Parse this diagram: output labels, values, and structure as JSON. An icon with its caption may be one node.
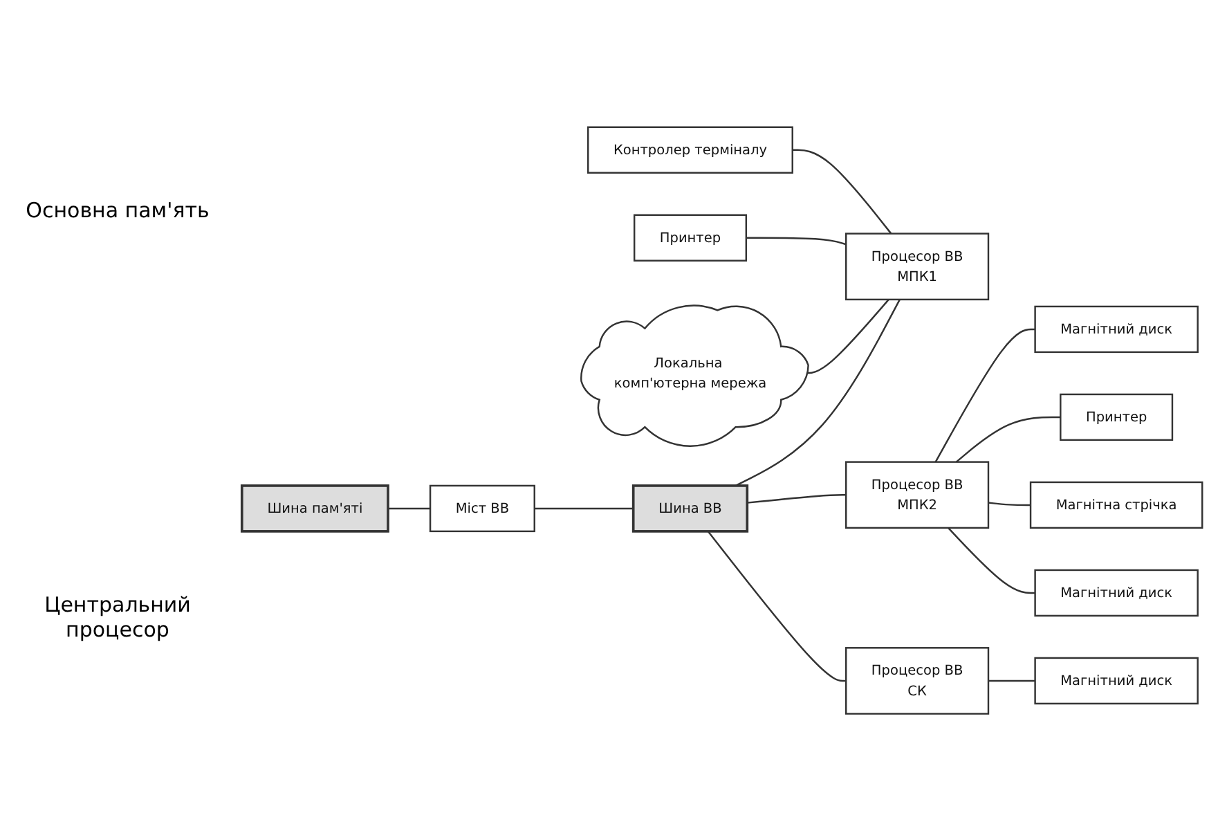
{
  "diagram": {
    "nodes": [
      {
        "text": [
          "Контролер терміналу"
        ]
      },
      {
        "text": [
          "Принтер"
        ]
      },
      {
        "text": [
          "Локальна комп'ютерна мережа"
        ]
      },
      {
        "text": [
          "Шина пам'яті"
        ]
      },
      {
        "text": [
          "Міст ВВ"
        ]
      },
      {
        "text": [
          "Шина ВВ"
        ]
      },
      {
        "text": [
          "Процесор ВВ",
          "МПК1"
        ]
      },
      {
        "text": [
          "Процесор ВВ",
          "МПК2"
        ]
      },
      {
        "text": [
          "Процесор ВВ",
          "СК"
        ]
      },
      {
        "text": [
          "Магнітний диск"
        ]
      },
      {
        "text": [
          "Принтер"
        ]
      },
      {
        "text": [
          "Магнітна стрічка"
        ]
      },
      {
        "text": [
          "Магнітний диск"
        ]
      },
      {
        "text": [
          "Магнітний диск"
        ]
      }
    ],
    "edges": [
      {
        "from": 0,
        "to": 6,
        "arrow": "none"
      },
      {
        "from": 1,
        "to": 6,
        "arrow": "none"
      },
      {
        "from": 2,
        "to": 6,
        "arrow": "none"
      },
      {
        "from": 3,
        "to": 4,
        "arrow": "none"
      },
      {
        "from": 4,
        "to": 5,
        "arrow": "none"
      },
      {
        "from": 5,
        "to": 6,
        "arrow": "none"
      },
      {
        "from": 5,
        "to": 7,
        "arrow": "none"
      },
      {
        "from": 5,
        "to": 8,
        "arrow": "none"
      },
      {
        "from": 7,
        "to": 9,
        "arrow": "none"
      },
      {
        "from": 7,
        "to": 10,
        "arrow": "none"
      },
      {
        "from": 7,
        "to": 11,
        "arrow": "none"
      },
      {
        "from": 7,
        "to": 12,
        "arrow": "none"
      },
      {
        "from": 8,
        "to": 13,
        "arrow": "none"
      }
    ],
    "labels": [
      "Основна пам'ять",
      "Центральний процесор"
    ]
  }
}
